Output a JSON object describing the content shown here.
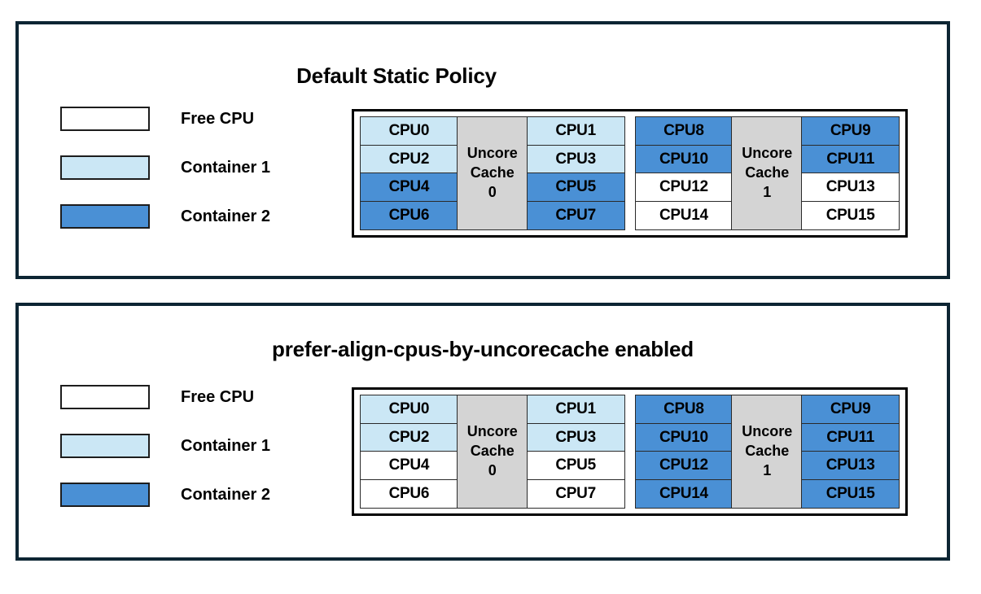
{
  "colors": {
    "panel_border": "#0d2533",
    "free_cpu": "#ffffff",
    "container1": "#cbe7f5",
    "container2": "#4a90d5",
    "uncore_cache": "#d4d4d4",
    "cell_border": "#2a2a2a"
  },
  "legend": {
    "items": [
      {
        "label": "Free CPU",
        "fill": "free"
      },
      {
        "label": "Container 1",
        "fill": "c1"
      },
      {
        "label": "Container 2",
        "fill": "c2"
      }
    ]
  },
  "panels": [
    {
      "title": "Default Static Policy",
      "cache_groups": [
        {
          "cache_label_line1": "Uncore",
          "cache_label_line2": "Cache",
          "cache_label_line3": "0",
          "left_column": [
            {
              "label": "CPU0",
              "fill": "c1"
            },
            {
              "label": "CPU2",
              "fill": "c1"
            },
            {
              "label": "CPU4",
              "fill": "c2"
            },
            {
              "label": "CPU6",
              "fill": "c2"
            }
          ],
          "right_column": [
            {
              "label": "CPU1",
              "fill": "c1"
            },
            {
              "label": "CPU3",
              "fill": "c1"
            },
            {
              "label": "CPU5",
              "fill": "c2"
            },
            {
              "label": "CPU7",
              "fill": "c2"
            }
          ]
        },
        {
          "cache_label_line1": "Uncore",
          "cache_label_line2": "Cache",
          "cache_label_line3": "1",
          "left_column": [
            {
              "label": "CPU8",
              "fill": "c2"
            },
            {
              "label": "CPU10",
              "fill": "c2"
            },
            {
              "label": "CPU12",
              "fill": "free"
            },
            {
              "label": "CPU14",
              "fill": "free"
            }
          ],
          "right_column": [
            {
              "label": "CPU9",
              "fill": "c2"
            },
            {
              "label": "CPU11",
              "fill": "c2"
            },
            {
              "label": "CPU13",
              "fill": "free"
            },
            {
              "label": "CPU15",
              "fill": "free"
            }
          ]
        }
      ]
    },
    {
      "title": "prefer-align-cpus-by-uncorecache enabled",
      "cache_groups": [
        {
          "cache_label_line1": "Uncore",
          "cache_label_line2": "Cache",
          "cache_label_line3": "0",
          "left_column": [
            {
              "label": "CPU0",
              "fill": "c1"
            },
            {
              "label": "CPU2",
              "fill": "c1"
            },
            {
              "label": "CPU4",
              "fill": "free"
            },
            {
              "label": "CPU6",
              "fill": "free"
            }
          ],
          "right_column": [
            {
              "label": "CPU1",
              "fill": "c1"
            },
            {
              "label": "CPU3",
              "fill": "c1"
            },
            {
              "label": "CPU5",
              "fill": "free"
            },
            {
              "label": "CPU7",
              "fill": "free"
            }
          ]
        },
        {
          "cache_label_line1": "Uncore",
          "cache_label_line2": "Cache",
          "cache_label_line3": "1",
          "left_column": [
            {
              "label": "CPU8",
              "fill": "c2"
            },
            {
              "label": "CPU10",
              "fill": "c2"
            },
            {
              "label": "CPU12",
              "fill": "c2"
            },
            {
              "label": "CPU14",
              "fill": "c2"
            }
          ],
          "right_column": [
            {
              "label": "CPU9",
              "fill": "c2"
            },
            {
              "label": "CPU11",
              "fill": "c2"
            },
            {
              "label": "CPU13",
              "fill": "c2"
            },
            {
              "label": "CPU15",
              "fill": "c2"
            }
          ]
        }
      ]
    }
  ]
}
